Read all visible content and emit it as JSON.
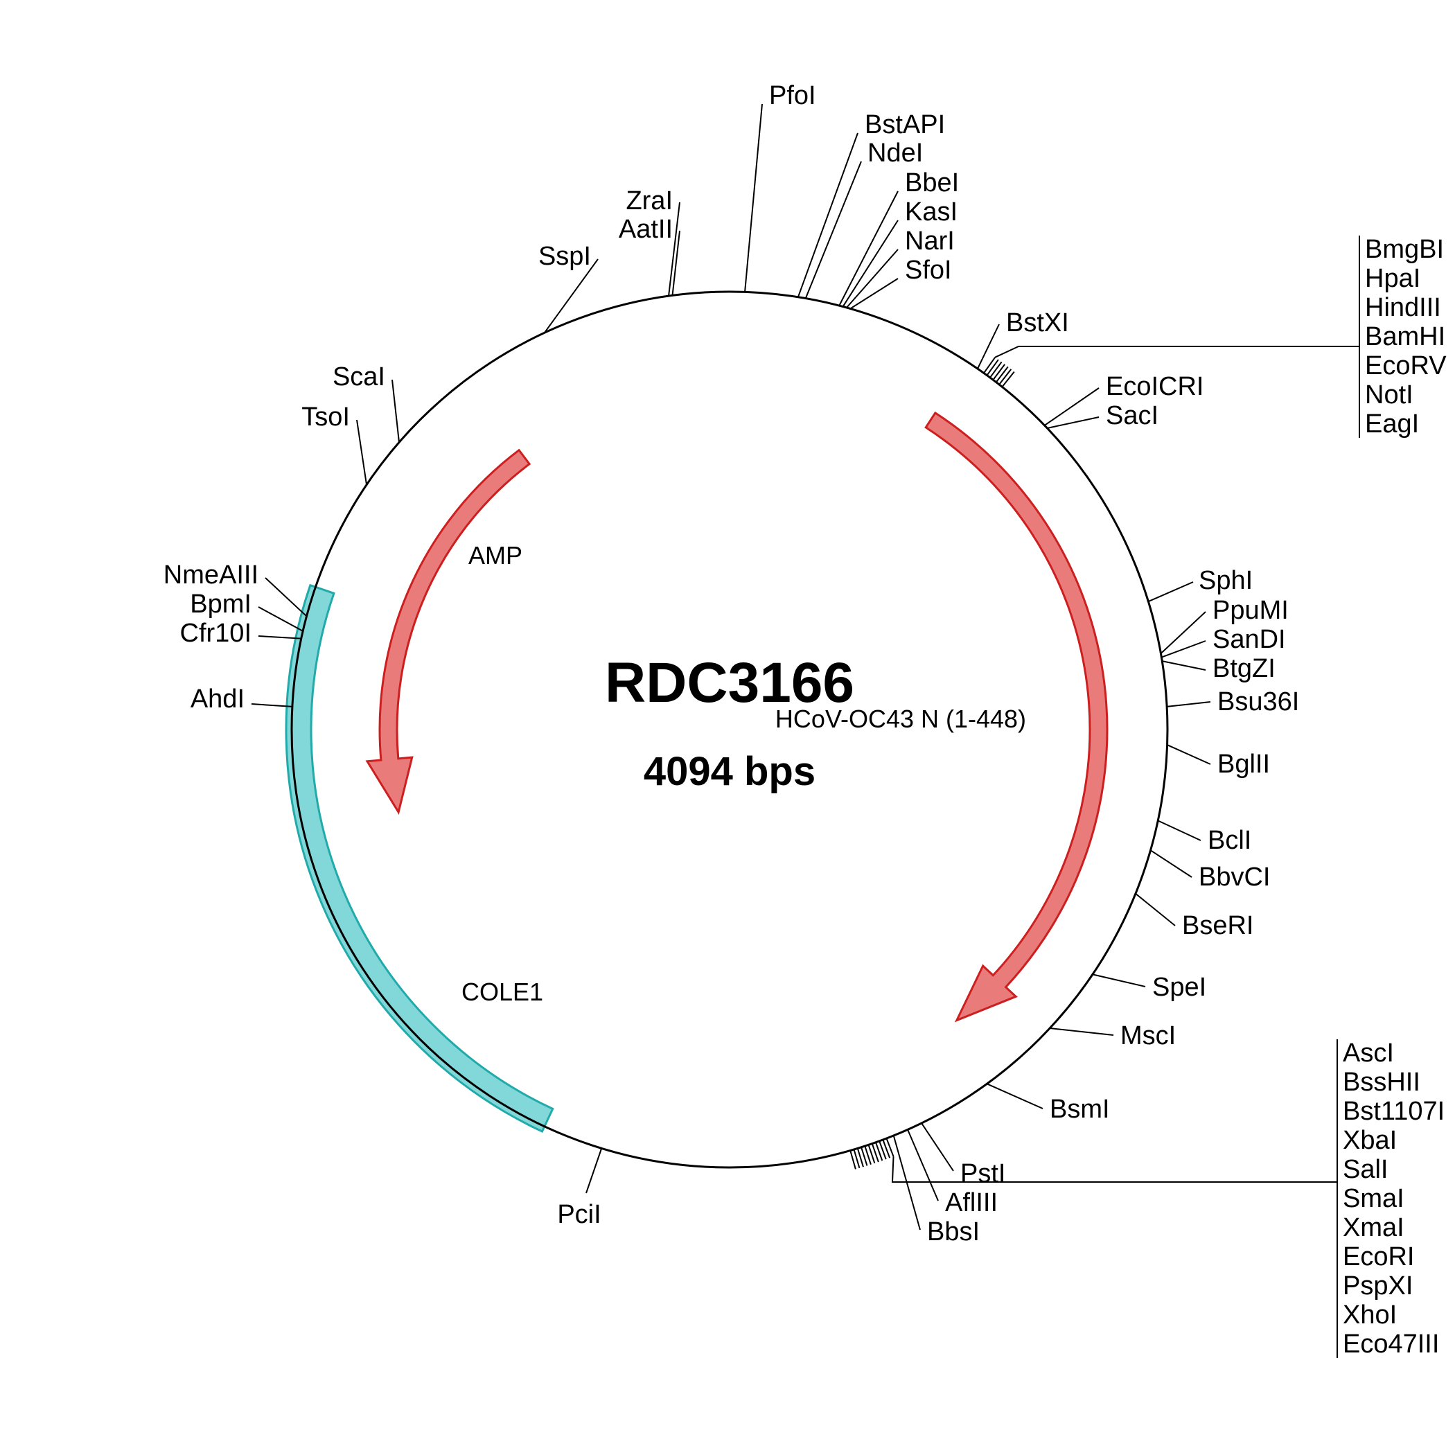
{
  "plasmid": {
    "name": "RDC3166",
    "size_label": "4094 bps",
    "total_bp": 4094
  },
  "colors": {
    "backbone": "#000000",
    "arrow_fill": "#E97B7B",
    "arrow_stroke": "#CC1F1F",
    "ori_fill": "#82D8D8",
    "ori_stroke": "#22AAAA"
  },
  "features": [
    {
      "name": "AMP",
      "start_deg": -37,
      "end_deg": -104,
      "direction": "ccw",
      "shape": "arrow",
      "color": "arrow"
    },
    {
      "name": "HCoV-OC43 N (1-448)",
      "start_deg": 33,
      "end_deg": 142,
      "direction": "cw",
      "shape": "arrow",
      "color": "arrow"
    },
    {
      "name": "COLE1",
      "start_deg": 205,
      "end_deg": 289,
      "direction": "none",
      "shape": "box",
      "color": "ori"
    }
  ],
  "sites": [
    {
      "name": "PfoI",
      "angle": 2
    },
    {
      "name": "BstAPI",
      "angle": 9
    },
    {
      "name": "NdeI",
      "angle": 10
    },
    {
      "name": "BbeI",
      "angle": 14.5
    },
    {
      "name": "KasI",
      "angle": 15
    },
    {
      "name": "NarI",
      "angle": 15.5
    },
    {
      "name": "SfoI",
      "angle": 16
    },
    {
      "name": "BstXI",
      "angle": 34.5
    },
    {
      "name": "BmgBI",
      "angle": 35.5
    },
    {
      "name": "HpaI",
      "angle": 36
    },
    {
      "name": "HindIII",
      "angle": 36.5
    },
    {
      "name": "BamHI",
      "angle": 37
    },
    {
      "name": "EcoRV",
      "angle": 37.5
    },
    {
      "name": "NotI",
      "angle": 38
    },
    {
      "name": "EagI",
      "angle": 38.5
    },
    {
      "name": "EcoICRI",
      "angle": 46
    },
    {
      "name": "SacI",
      "angle": 46.5
    },
    {
      "name": "SphI",
      "angle": 73
    },
    {
      "name": "PpuMI",
      "angle": 80
    },
    {
      "name": "SanDI",
      "angle": 80.5
    },
    {
      "name": "BtgZI",
      "angle": 81
    },
    {
      "name": "Bsu36I",
      "angle": 87
    },
    {
      "name": "BglII",
      "angle": 92
    },
    {
      "name": "BclI",
      "angle": 102
    },
    {
      "name": "BbvCI",
      "angle": 106
    },
    {
      "name": "BseRI",
      "angle": 112
    },
    {
      "name": "SpeI",
      "angle": 124
    },
    {
      "name": "MscI",
      "angle": 133
    },
    {
      "name": "BsmI",
      "angle": 144
    },
    {
      "name": "PstI",
      "angle": 154
    },
    {
      "name": "AflIII",
      "angle": 156
    },
    {
      "name": "BbsI",
      "angle": 158
    },
    {
      "name": "AscI",
      "angle": 159
    },
    {
      "name": "BssHII",
      "angle": 159.5
    },
    {
      "name": "Bst1107I",
      "angle": 160
    },
    {
      "name": "XbaI",
      "angle": 160.5
    },
    {
      "name": "SalI",
      "angle": 161
    },
    {
      "name": "SmaI",
      "angle": 161.5
    },
    {
      "name": "XmaI",
      "angle": 162
    },
    {
      "name": "EcoRI",
      "angle": 162.5
    },
    {
      "name": "PspXI",
      "angle": 163
    },
    {
      "name": "XhoI",
      "angle": 163.5
    },
    {
      "name": "Eco47III",
      "angle": 164
    },
    {
      "name": "PciI",
      "angle": 197
    },
    {
      "name": "AhdI",
      "angle": 273
    },
    {
      "name": "Cfr10I",
      "angle": 282
    },
    {
      "name": "BpmI",
      "angle": 283
    },
    {
      "name": "NmeAIII",
      "angle": 285
    },
    {
      "name": "TsoI",
      "angle": 304
    },
    {
      "name": "ScaI",
      "angle": 311
    },
    {
      "name": "SspI",
      "angle": 335
    },
    {
      "name": "ZraI",
      "angle": 352
    },
    {
      "name": "AatII",
      "angle": 352.5
    }
  ]
}
